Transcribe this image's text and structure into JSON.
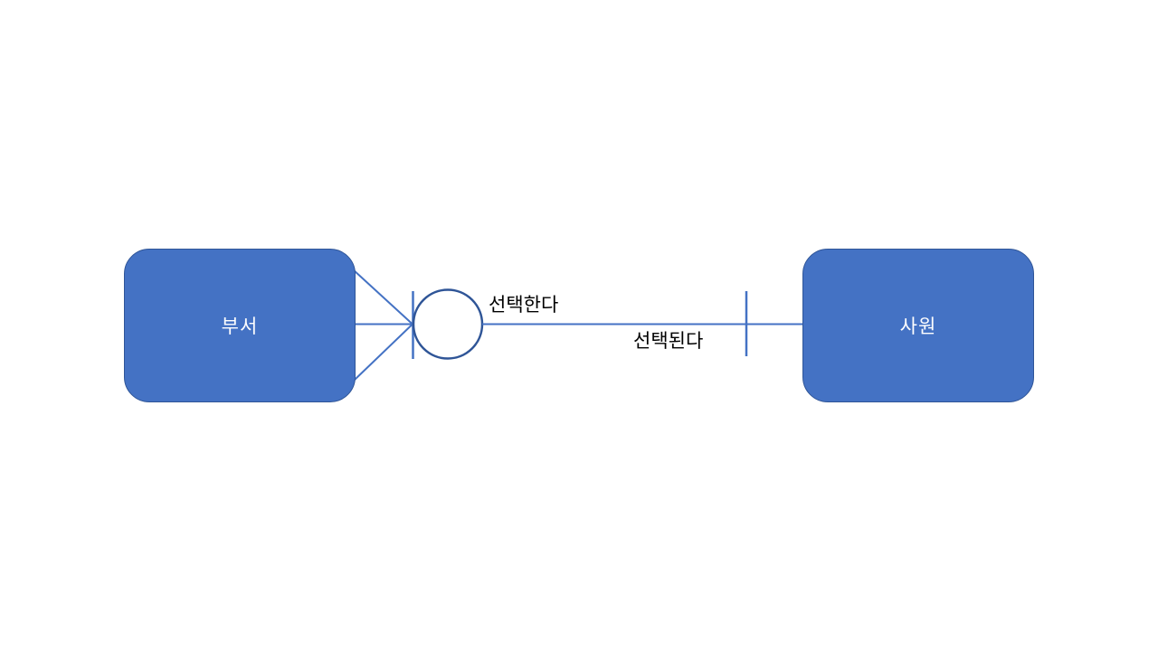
{
  "colors": {
    "background": "#FFFFFF",
    "entity_fill": "#4472C4",
    "entity_border": "#2F5597",
    "entity_text": "#FFFFFF",
    "connector": "#4472C4",
    "circle_stroke": "#2F5597",
    "label_text": "#000000"
  },
  "diagram": {
    "type": "entity-relationship-crows-foot",
    "entities": [
      {
        "id": "department",
        "label": "부서"
      },
      {
        "id": "employee",
        "label": "사원"
      }
    ],
    "relationship": {
      "label_forward": "선택한다",
      "label_reverse": "선택된다",
      "department_end_notation": "crows-foot-many-with-bar-and-circle",
      "employee_end_notation": "single-bar-one"
    }
  }
}
